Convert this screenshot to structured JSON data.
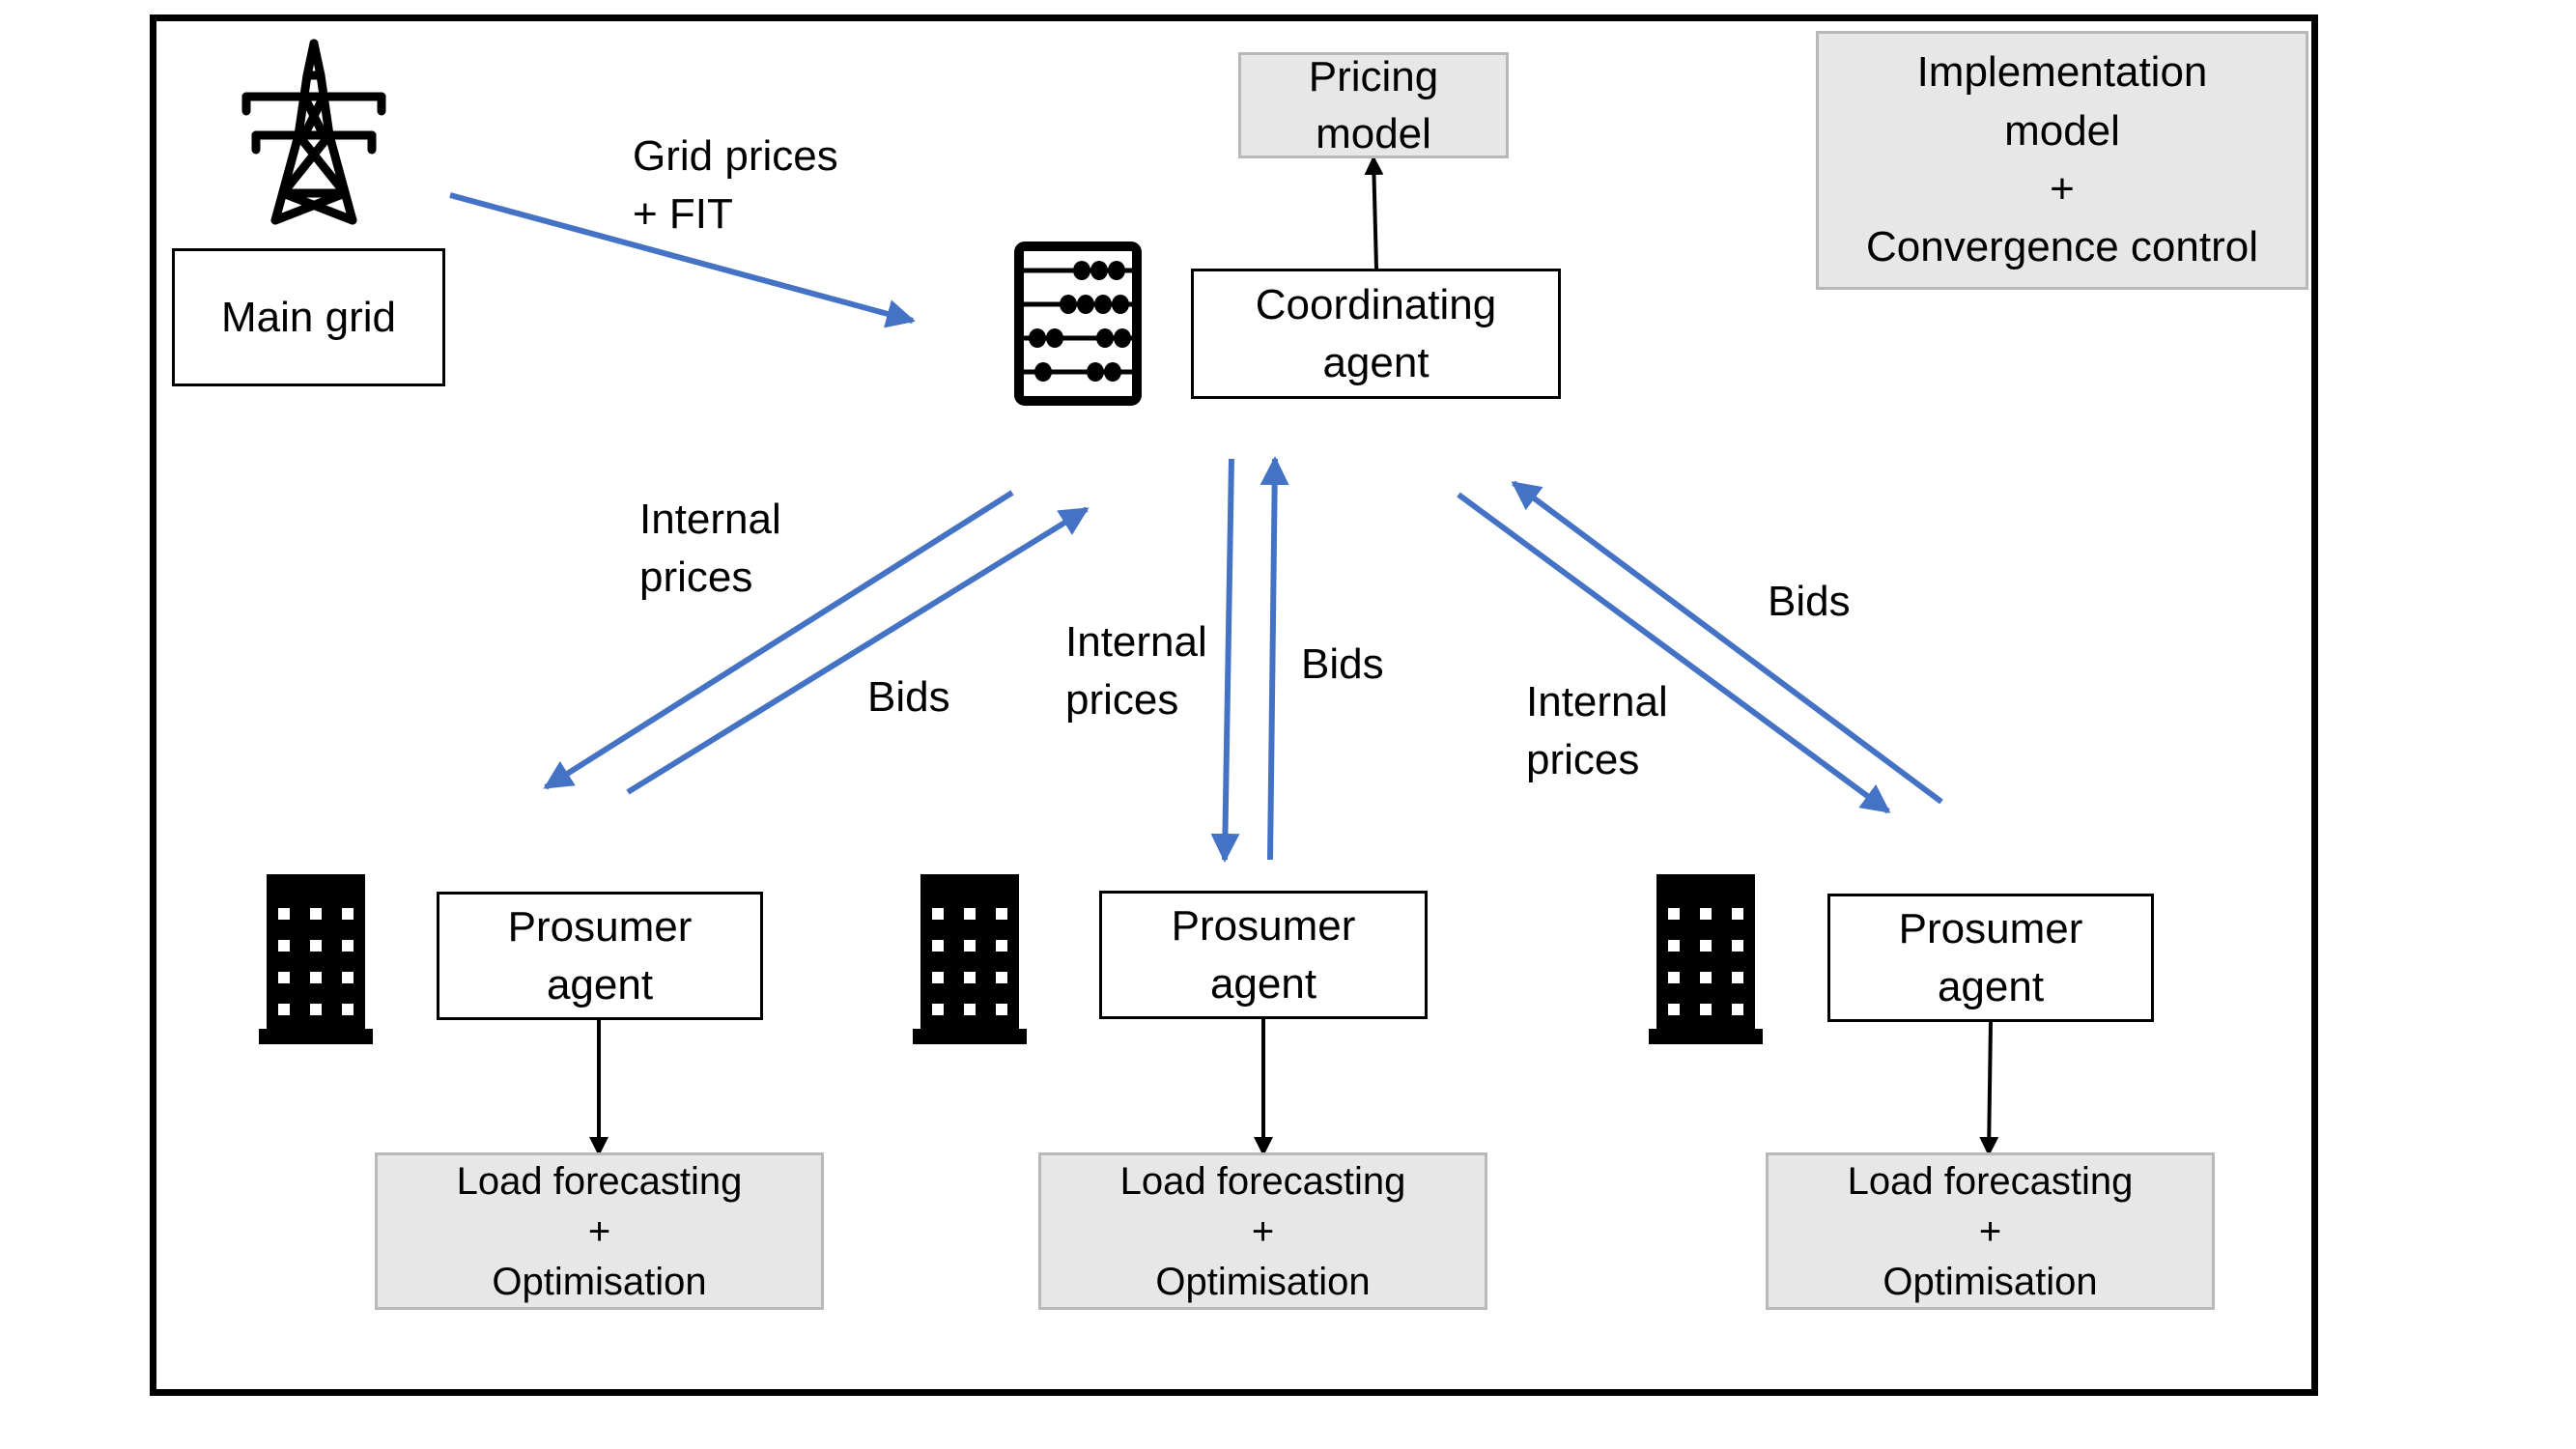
{
  "nodes": {
    "main_grid": {
      "lines": [
        "Main grid"
      ]
    },
    "coordinating_agent": {
      "lines": [
        "Coordinating",
        "agent"
      ]
    },
    "pricing_model": {
      "lines": [
        "Pricing",
        "model"
      ]
    },
    "implementation_model": {
      "lines": [
        "Implementation",
        "model",
        "+",
        "Convergence control"
      ]
    },
    "prosumers": [
      {
        "lines": [
          "Prosumer",
          "agent"
        ],
        "forecast_lines": [
          "Load forecasting",
          "+",
          "Optimisation"
        ]
      },
      {
        "lines": [
          "Prosumer",
          "agent"
        ],
        "forecast_lines": [
          "Load forecasting",
          "+",
          "Optimisation"
        ]
      },
      {
        "lines": [
          "Prosumer",
          "agent"
        ],
        "forecast_lines": [
          "Load forecasting",
          "+",
          "Optimisation"
        ]
      }
    ]
  },
  "edge_labels": {
    "grid_prices": [
      "Grid prices",
      "+ FIT"
    ],
    "internal_prices_left": [
      "Internal",
      "prices"
    ],
    "bids_left": [
      "Bids"
    ],
    "internal_prices_center": [
      "Internal",
      "prices"
    ],
    "bids_center": [
      "Bids"
    ],
    "internal_prices_right": [
      "Internal",
      "prices"
    ],
    "bids_right": [
      "Bids"
    ]
  },
  "icons": {
    "grid": "transmission-tower-icon",
    "coordinator": "abacus-icon",
    "prosumer": "building-icon"
  },
  "colors": {
    "flow_arrow": "#4472c4",
    "control_arrow": "#000000",
    "gray_box_fill": "#e7e7e7",
    "gray_box_border": "#b8b8b8"
  }
}
